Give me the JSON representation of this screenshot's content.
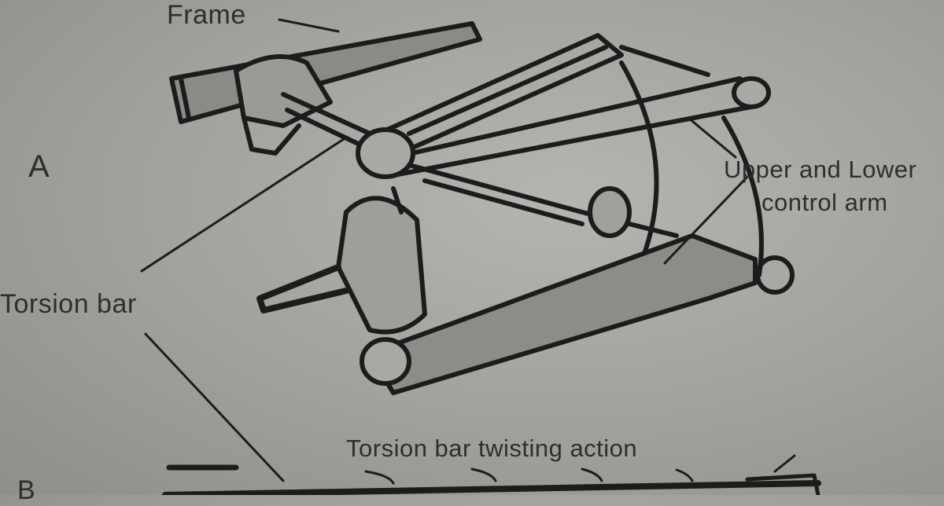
{
  "labels": {
    "frame": "Frame",
    "section_a": "A",
    "control_arm_line1": "Upper and Lower",
    "control_arm_line2": "control arm",
    "torsion_bar": "Torsion bar",
    "twisting_action": "Torsion bar twisting action",
    "section_b": "B"
  }
}
